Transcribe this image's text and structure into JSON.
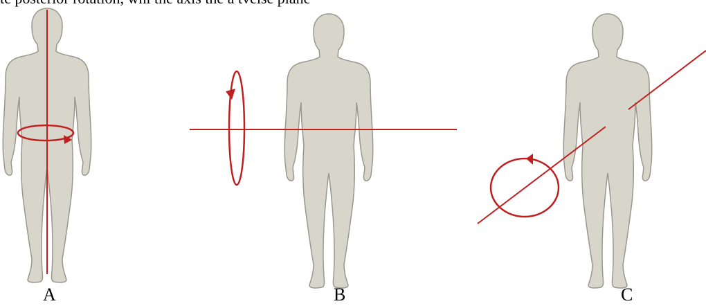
{
  "header": {
    "partial_text": "tc posterior rotation, whi    the axis    the a    tveise plane"
  },
  "figures": [
    {
      "label": "A"
    },
    {
      "label": "B"
    },
    {
      "label": "C"
    }
  ],
  "colors": {
    "body_fill": "#d8d5cb",
    "body_stroke": "#9a978c",
    "axis": "#c01f1f"
  }
}
